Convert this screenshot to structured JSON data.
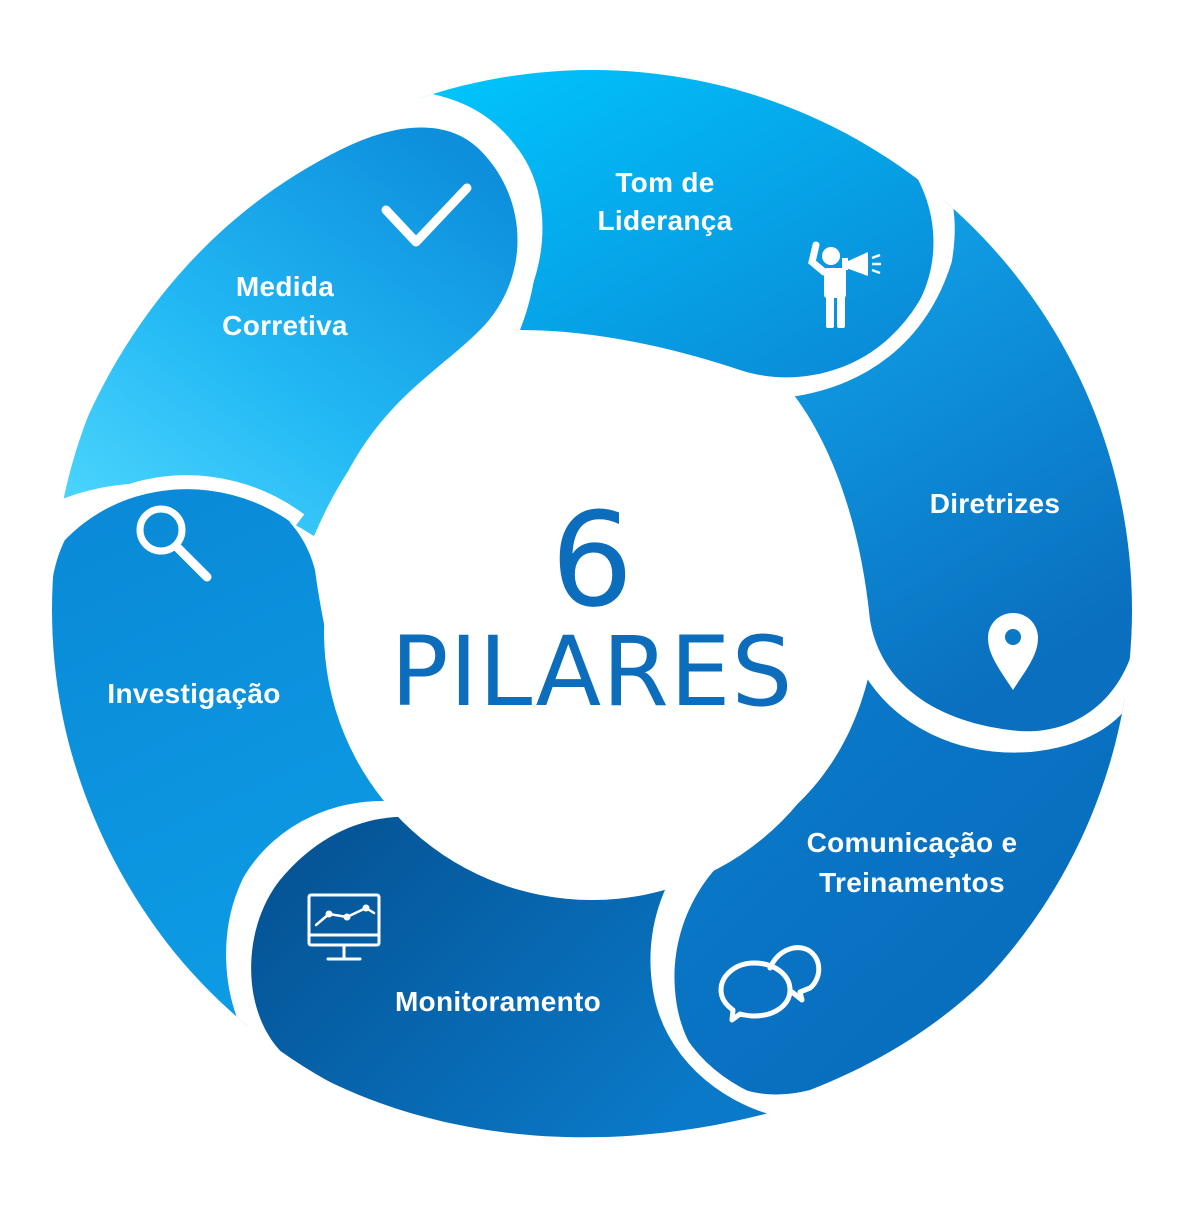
{
  "center": {
    "number": "6",
    "word": "PILARES"
  },
  "pillars": [
    {
      "line1": "Tom de",
      "line2": "Liderança",
      "icon": "megaphone-person-icon"
    },
    {
      "line1": "Diretrizes",
      "line2": "",
      "icon": "location-pin-icon"
    },
    {
      "line1": "Comunicação e",
      "line2": "Treinamentos",
      "icon": "chat-bubbles-icon"
    },
    {
      "line1": "Monitoramento",
      "line2": "",
      "icon": "monitor-chart-icon"
    },
    {
      "line1": "Investigação",
      "line2": "",
      "icon": "magnifier-icon"
    },
    {
      "line1": "Medida",
      "line2": "Corretiva",
      "icon": "checkmark-icon"
    }
  ],
  "colors": {
    "background": "#ffffff",
    "ring_light": "#3fd0ff",
    "ring_mid": "#12a3ea",
    "ring_deep": "#0873c4",
    "ring_darkest": "#055a9e",
    "center_text": "#0b6dbc",
    "divider": "#ffffff"
  }
}
